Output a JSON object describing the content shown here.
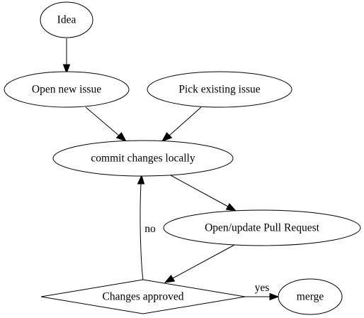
{
  "diagram": {
    "nodes": {
      "idea": "Idea",
      "open_new_issue": "Open new issue",
      "pick_existing_issue": "Pick existing issue",
      "commit_changes_locally": "commit changes locally",
      "open_update_pull_request": "Open/update Pull Request",
      "changes_approved": "Changes approved",
      "merge": "merge"
    },
    "edges": {
      "approved_no": "no",
      "approved_yes": "yes"
    },
    "colors": {
      "stroke": "#000000",
      "fill": "#ffffff"
    }
  }
}
